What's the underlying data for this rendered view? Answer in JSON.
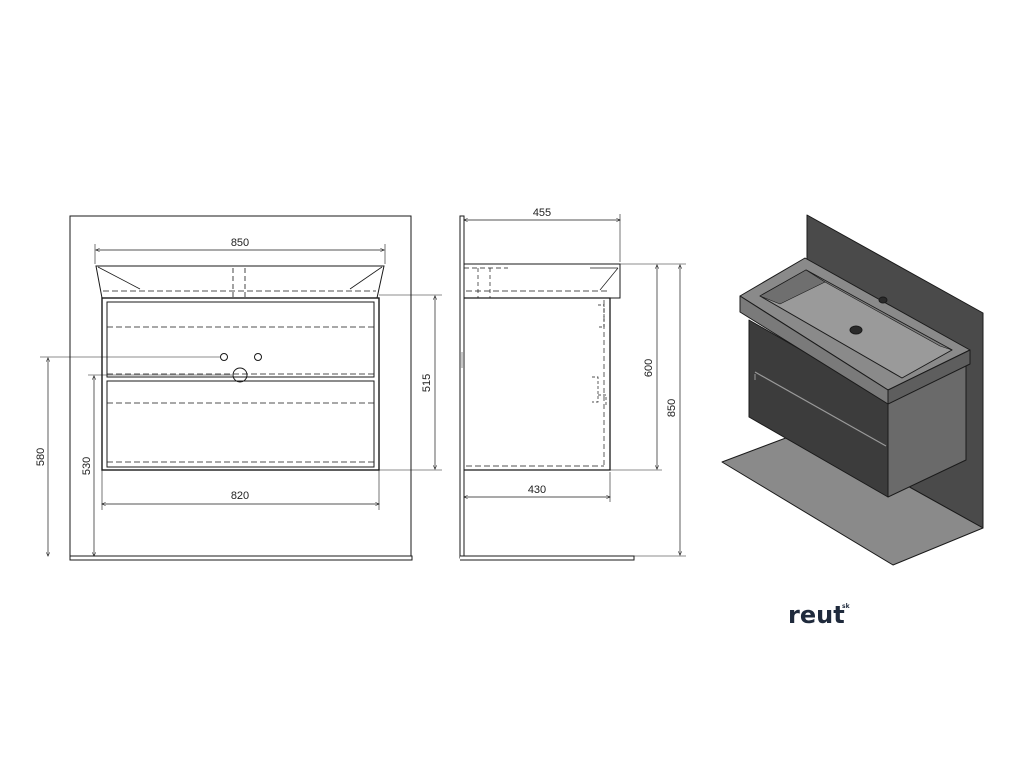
{
  "front_view": {
    "width_top": "850",
    "width_bottom": "820",
    "height_cabinet": "515",
    "height_outer_left": "580",
    "height_inner_left": "530"
  },
  "side_view": {
    "depth_top": "455",
    "depth_bottom": "430",
    "height_600": "600",
    "height_850": "850"
  },
  "logo": {
    "text": "reut",
    "suffix": "sk"
  },
  "colors": {
    "line": "#1a1a1a",
    "wall": "#4a4a4a",
    "cabinet_dark": "#3c3c3c",
    "basin": "#7a7a7a",
    "floor": "#8a8a8a",
    "logo": "#1f2a3c"
  }
}
